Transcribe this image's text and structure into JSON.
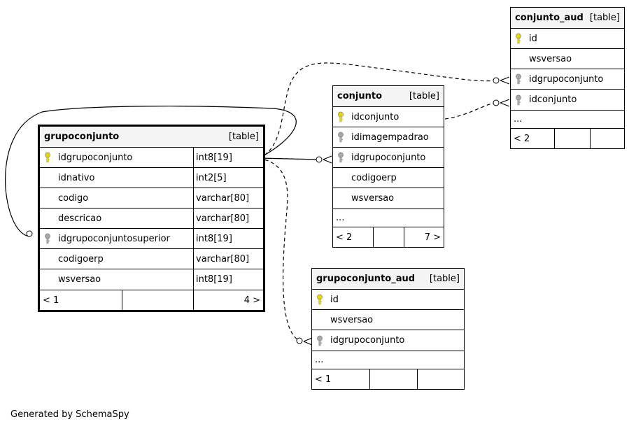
{
  "tables": {
    "grupoconjunto": {
      "name": "grupoconjunto",
      "type": "[table]",
      "columns": [
        {
          "name": "idgrupoconjunto",
          "type": "int8[19]",
          "key": "primary"
        },
        {
          "name": "idnativo",
          "type": "int2[5]",
          "key": "none"
        },
        {
          "name": "codigo",
          "type": "varchar[80]",
          "key": "none"
        },
        {
          "name": "descricao",
          "type": "varchar[80]",
          "key": "none"
        },
        {
          "name": "idgrupoconjuntosuperior",
          "type": "int8[19]",
          "key": "foreign"
        },
        {
          "name": "codigoerp",
          "type": "varchar[80]",
          "key": "none"
        },
        {
          "name": "wsversao",
          "type": "int8[19]",
          "key": "none"
        }
      ],
      "footer": {
        "left": "< 1",
        "middle": "",
        "right": "4 >"
      }
    },
    "conjunto": {
      "name": "conjunto",
      "type": "[table]",
      "columns": [
        {
          "name": "idconjunto",
          "key": "primary"
        },
        {
          "name": "idimagempadrao",
          "key": "foreign"
        },
        {
          "name": "idgrupoconjunto",
          "key": "foreign"
        },
        {
          "name": "codigoerp",
          "key": "none"
        },
        {
          "name": "wsversao",
          "key": "none"
        }
      ],
      "more": "...",
      "footer": {
        "left": "< 2",
        "middle": "",
        "right": "7 >"
      }
    },
    "conjunto_aud": {
      "name": "conjunto_aud",
      "type": "[table]",
      "columns": [
        {
          "name": "id",
          "key": "primary"
        },
        {
          "name": "wsversao",
          "key": "none"
        },
        {
          "name": "idgrupoconjunto",
          "key": "foreign"
        },
        {
          "name": "idconjunto",
          "key": "foreign"
        }
      ],
      "more": "...",
      "footer": {
        "left": "< 2",
        "middle": "",
        "right": ""
      }
    },
    "grupoconjunto_aud": {
      "name": "grupoconjunto_aud",
      "type": "[table]",
      "columns": [
        {
          "name": "id",
          "key": "primary"
        },
        {
          "name": "wsversao",
          "key": "none"
        },
        {
          "name": "idgrupoconjunto",
          "key": "foreign"
        }
      ],
      "more": "...",
      "footer": {
        "left": "< 1",
        "middle": "",
        "right": ""
      }
    }
  },
  "credit": "Generated by SchemaSpy",
  "colors": {
    "primary_key": "#e8d600",
    "foreign_key": "#a8a8a8",
    "header_bg": "#f4f4f4",
    "line": "#000000"
  },
  "icons": {
    "primary": "key-icon",
    "foreign": "key-icon"
  }
}
